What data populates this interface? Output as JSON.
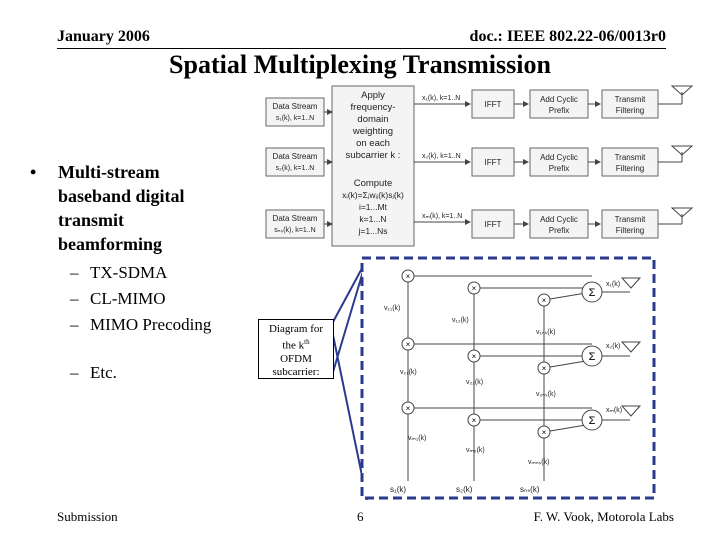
{
  "header": {
    "date": "January 2006",
    "doc": "doc.: IEEE 802.22-06/0013r0"
  },
  "title": "Spatial Multiplexing Transmission",
  "bullet": {
    "text": "Multi-stream baseband digital transmit beamforming",
    "subs": [
      "TX-SDMA",
      "CL-MIMO",
      "MIMO Precoding",
      "Etc."
    ]
  },
  "top_diagram": {
    "streams": [
      {
        "label": "Data Stream",
        "sub": "s₁(k), k=1..N",
        "out": "x₁(k), k=1..N"
      },
      {
        "label": "Data Stream",
        "sub": "s₂(k), k=1..N",
        "out": "x₂(k), k=1..N"
      },
      {
        "label": "Data Stream",
        "sub": "sₙₛ(k), k=1..N",
        "out": "xₘ(k), k=1..N"
      }
    ],
    "center_top": [
      "Apply",
      "frequency-",
      "domain",
      "weighting",
      "on each",
      "subcarrier k :"
    ],
    "center_bottom": [
      "Compute",
      "xᵢ(k)=Σⱼwᵢⱼ(k)sⱼ(k)",
      "i=1...Mt",
      "k=1...N",
      "j=1...Ns"
    ],
    "ifft": "IFFT",
    "cyclic": [
      "Add Cyclic",
      "Prefix"
    ],
    "transmit": [
      "Transmit",
      "Filtering"
    ]
  },
  "callout": {
    "line1": "Diagram for",
    "line2a": "the k",
    "line2sup": "th",
    "line3": "OFDM",
    "line4": "subcarrier:"
  },
  "bottom_diagram": {
    "outputs": [
      "x₁(k)",
      "x₂(k)",
      "xₘ(k)"
    ],
    "weights": [
      "v₁₁(k)",
      "v₁₂(k)",
      "v₁ₙₛ(k)",
      "v₂₁(k)",
      "v₂₂(k)",
      "v₂ₙₛ(k)",
      "vₘ₁(k)",
      "vₘ₂(k)",
      "vₘₙₛ(k)"
    ],
    "inputs": [
      "s₁(k)",
      "s₂(k)",
      "sₙₛ(k)"
    ],
    "sum_symbol": "Σ",
    "frame_color": "#2b3a8c"
  },
  "footer": {
    "left": "Submission",
    "page": "6",
    "right": "F. W. Vook, Motorola Labs"
  }
}
